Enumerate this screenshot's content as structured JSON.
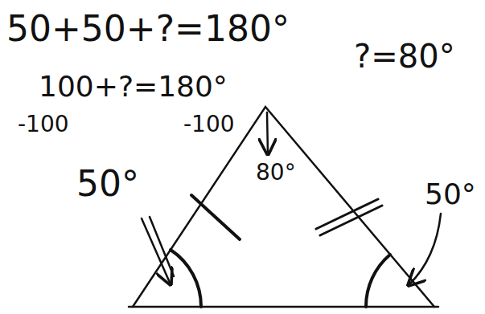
{
  "diagram": {
    "labels": [
      "50+50+?=180°",
      "?=80°",
      "100+?=180°",
      "-100",
      "-100",
      "50°",
      "80°",
      "50°"
    ]
  }
}
